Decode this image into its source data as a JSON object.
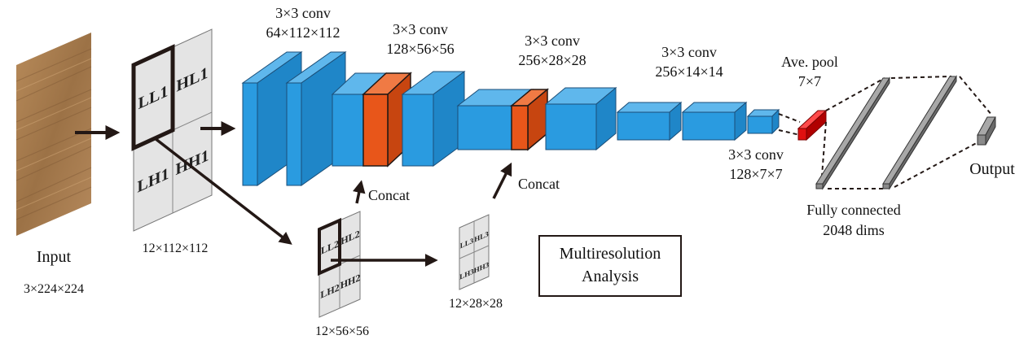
{
  "labels": {
    "input": "Input",
    "input_dims": "3×224×224",
    "dwt1_dims": "12×112×112",
    "dwt2_dims": "12×56×56",
    "dwt3_dims": "12×28×28",
    "conv1_title": "3×3 conv",
    "conv1_dims": "64×112×112",
    "conv2_title": "3×3 conv",
    "conv2_dims": "128×56×56",
    "conv3_title": "3×3 conv",
    "conv3_dims": "256×28×28",
    "conv4_title": "3×3 conv",
    "conv4_dims": "256×14×14",
    "conv5_title": "3×3 conv",
    "conv5_dims": "128×7×7",
    "pool_title": "Ave. pool",
    "pool_dims": "7×7",
    "concat1": "Concat",
    "concat2": "Concat",
    "fc_title": "Fully connected",
    "fc_dims": "2048 dims",
    "output": "Output",
    "mra_line1": "Multiresolution",
    "mra_line2": "Analysis"
  },
  "subbands": {
    "level1": [
      "LL1",
      "HL1",
      "LH1",
      "HH1"
    ],
    "level2": [
      "LL2",
      "HL2",
      "LH2",
      "HH2"
    ],
    "level3": [
      "LL3",
      "HL3",
      "LH3",
      "HH3"
    ]
  },
  "colors": {
    "conv_blue": "#2a9be0",
    "concat_orange": "#e8561a",
    "pool_red": "#e01010",
    "fc_gray": "#8a8a8a",
    "wavelet_gray": "#e4e4e4",
    "wood": "#a57b4f"
  }
}
